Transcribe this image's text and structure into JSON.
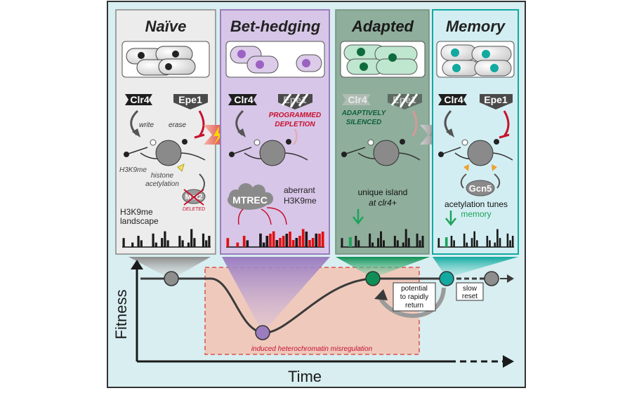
{
  "panels": {
    "naive": {
      "title": "Naïve",
      "clr4": "Clr4",
      "epe1": "Epe1",
      "write": "write",
      "erase": "erase",
      "h3k9me": "H3K9me",
      "histone": "histone",
      "acetylation": "acetylation",
      "mst2": "Mst2",
      "deleted": "DELETED",
      "landscape_1": "H3K9me",
      "landscape_2": "landscape"
    },
    "bet": {
      "title": "Bet-hedging",
      "clr4": "Clr4",
      "epe1": "Epe1",
      "programmed": "PROGRAMMED",
      "depletion": "DEPLETION",
      "mtrec": "MTREC",
      "aberrant_1": "aberrant",
      "aberrant_2": "H3K9me"
    },
    "adapted": {
      "title": "Adapted",
      "clr4": "Clr4",
      "epe1": "Epe1",
      "adaptively": "ADAPTIVELY",
      "silenced": "SILENCED",
      "island_1": "unique island",
      "island_2": "at clr4+"
    },
    "memory": {
      "title": "Memory",
      "clr4": "Clr4",
      "epe1": "Epe1",
      "gcn5": "Gcn5",
      "tunes": "acetylation tunes",
      "memory_word": "memory"
    }
  },
  "graph": {
    "ylabel": "Fitness",
    "xlabel": "Time",
    "region_label": "induced heterochromatin misregulation",
    "return_1": "potential",
    "return_2": "to rapidly",
    "return_3": "return",
    "reset_1": "slow",
    "reset_2": "reset"
  },
  "colors": {
    "background": "#d8eef1",
    "naive": "#909090",
    "bet": "#9b7cbf",
    "adapted": "#0f8f55",
    "memory": "#12a9a0",
    "misregulation": "#f3c3b3",
    "red": "#c8102e"
  }
}
